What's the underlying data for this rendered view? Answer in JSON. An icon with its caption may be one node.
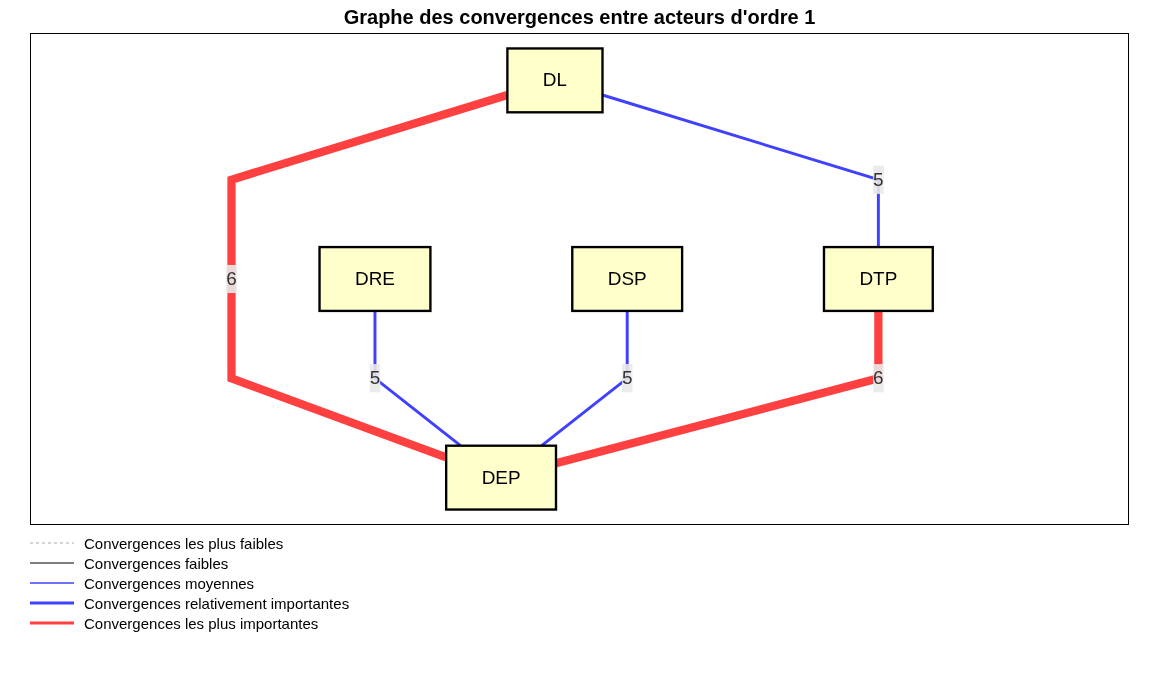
{
  "diagram": {
    "title": "Graphe des convergences entre acteurs d'ordre 1",
    "nodes": [
      {
        "text": [
          "DL"
        ]
      },
      {
        "text": [
          "DTP"
        ]
      },
      {
        "text": [
          "DSP"
        ]
      },
      {
        "text": [
          "DRE"
        ]
      },
      {
        "text": [
          "DEP"
        ]
      }
    ],
    "edges": [
      {
        "from": 0,
        "to": 1,
        "arrow": "none",
        "label": "5"
      },
      {
        "from": 0,
        "to": 4,
        "arrow": "none",
        "label": "6",
        "style": "thick",
        "color": "#ff4040"
      },
      {
        "from": 3,
        "to": 4,
        "arrow": "none",
        "label": "5"
      },
      {
        "from": 2,
        "to": 4,
        "arrow": "none",
        "label": "5"
      },
      {
        "from": 1,
        "to": 4,
        "arrow": "none",
        "label": "6",
        "style": "thick",
        "color": "#ff4040"
      }
    ],
    "legend": [
      {
        "text": "Convergences les plus faibles"
      },
      {
        "text": "Convergences faibles"
      },
      {
        "text": "Convergences moyennes"
      },
      {
        "text": "Convergences relativement importantes"
      },
      {
        "text": "Convergences les plus importantes"
      }
    ]
  }
}
